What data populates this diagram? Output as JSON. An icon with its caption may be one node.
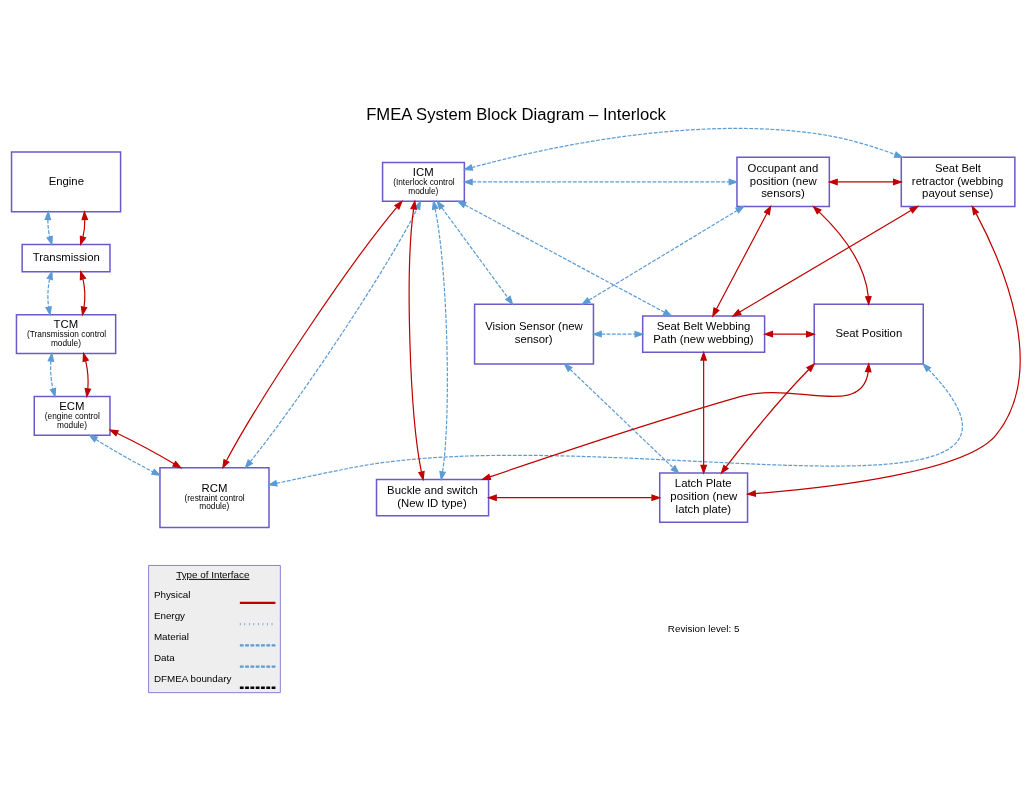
{
  "diagram": {
    "title": "FMEA System Block Diagram – Interlock",
    "nodes": [
      {
        "text": [
          "Engine"
        ]
      },
      {
        "text": [
          "Transmission"
        ]
      },
      {
        "text": [
          "TCM",
          "(Transmission control module)"
        ]
      },
      {
        "text": [
          "ECM",
          "(engine control module)"
        ]
      },
      {
        "text": [
          "RCM",
          "(restraint control module)"
        ]
      },
      {
        "text": [
          "ICM",
          "(Interlock control module)"
        ]
      },
      {
        "text": [
          "Occupant and position (new sensors)"
        ]
      },
      {
        "text": [
          "Seat Belt retractor (webbing payout sense)"
        ]
      },
      {
        "text": [
          "Vision Sensor (new sensor)"
        ]
      },
      {
        "text": [
          "Seat Belt Webbing Path (new webbing)"
        ]
      },
      {
        "text": [
          "Seat Position"
        ]
      },
      {
        "text": [
          "Buckle and switch (New ID type)"
        ]
      },
      {
        "text": [
          "Latch Plate position (new latch plate)"
        ]
      }
    ],
    "edges": [
      {
        "from": 0,
        "to": 1,
        "arrow": "both",
        "style": "dashed",
        "color": "#5b9bd5"
      },
      {
        "from": 0,
        "to": 1,
        "arrow": "both",
        "color": "#c00000"
      },
      {
        "from": 1,
        "to": 2,
        "arrow": "both",
        "style": "dashed",
        "color": "#5b9bd5"
      },
      {
        "from": 1,
        "to": 2,
        "arrow": "both",
        "color": "#c00000"
      },
      {
        "from": 2,
        "to": 3,
        "arrow": "both",
        "style": "dashed",
        "color": "#5b9bd5"
      },
      {
        "from": 2,
        "to": 3,
        "arrow": "both",
        "color": "#c00000"
      },
      {
        "from": 3,
        "to": 4,
        "arrow": "both",
        "style": "dashed",
        "color": "#5b9bd5"
      },
      {
        "from": 3,
        "to": 4,
        "arrow": "both",
        "color": "#c00000"
      },
      {
        "from": 4,
        "to": 5,
        "arrow": "both",
        "color": "#c00000"
      },
      {
        "from": 4,
        "to": 5,
        "arrow": "both",
        "style": "dashed",
        "color": "#5b9bd5"
      },
      {
        "from": 5,
        "to": 11,
        "arrow": "both",
        "color": "#c00000"
      },
      {
        "from": 5,
        "to": 11,
        "arrow": "both",
        "style": "dashed",
        "color": "#5b9bd5"
      },
      {
        "from": 5,
        "to": 6,
        "arrow": "both",
        "style": "dashed",
        "color": "#5b9bd5"
      },
      {
        "from": 8,
        "to": 6,
        "arrow": "both",
        "style": "dashed",
        "color": "#5b9bd5"
      },
      {
        "from": 5,
        "to": 8,
        "arrow": "both",
        "style": "dashed",
        "color": "#5b9bd5"
      },
      {
        "from": 5,
        "to": 9,
        "arrow": "both",
        "style": "dashed",
        "color": "#5b9bd5"
      },
      {
        "from": 5,
        "to": 7,
        "arrow": "both",
        "style": "dashed",
        "color": "#5b9bd5"
      },
      {
        "from": 6,
        "to": 9,
        "arrow": "both",
        "color": "#c00000"
      },
      {
        "from": 6,
        "to": 7,
        "arrow": "both",
        "color": "#c00000"
      },
      {
        "from": 6,
        "to": 10,
        "arrow": "both",
        "color": "#c00000"
      },
      {
        "from": 9,
        "to": 7,
        "arrow": "both",
        "color": "#c00000"
      },
      {
        "from": 12,
        "to": 7,
        "arrow": "both",
        "color": "#c00000"
      },
      {
        "from": 8,
        "to": 9,
        "arrow": "both",
        "style": "dashed",
        "color": "#5b9bd5"
      },
      {
        "from": 8,
        "to": 12,
        "arrow": "both",
        "style": "dashed",
        "color": "#5b9bd5"
      },
      {
        "from": 12,
        "to": 10,
        "arrow": "both",
        "color": "#c00000"
      },
      {
        "from": 9,
        "to": 10,
        "arrow": "both",
        "color": "#c00000"
      },
      {
        "from": 9,
        "to": 12,
        "arrow": "both",
        "color": "#c00000"
      },
      {
        "from": 11,
        "to": 12,
        "arrow": "both",
        "color": "#c00000"
      },
      {
        "from": 11,
        "to": 10,
        "arrow": "both",
        "color": "#c00000"
      },
      {
        "from": 4,
        "to": 10,
        "arrow": "both",
        "style": "dashed",
        "color": "#5b9bd5"
      }
    ],
    "labels": [
      "Type of Interface",
      "Revision level: 5"
    ],
    "legend": [
      {
        "text": "Physical"
      },
      {
        "text": "Energy"
      },
      {
        "text": "Material"
      },
      {
        "text": "Data"
      },
      {
        "text": "DFMEA boundary"
      }
    ]
  }
}
